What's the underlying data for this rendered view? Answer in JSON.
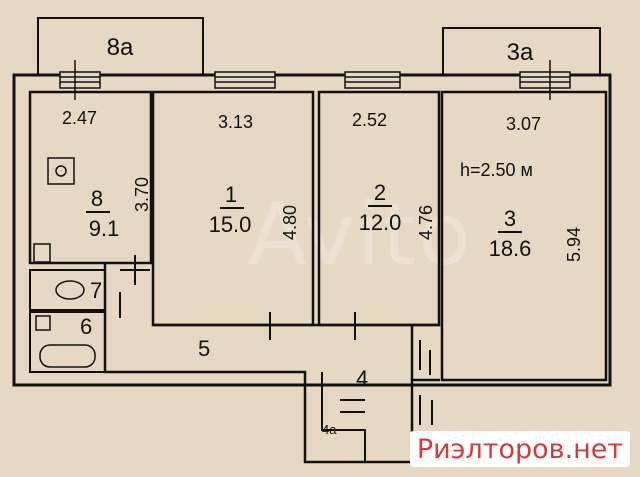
{
  "colors": {
    "background": "#e7d8c4",
    "wall": "#111111",
    "watermark": "#d13b3b"
  },
  "balconies": [
    {
      "id": "8a",
      "label": "8а"
    },
    {
      "id": "3a",
      "label": "3а"
    }
  ],
  "dimensions": {
    "room8_width": "2.47",
    "room1_width": "3.13",
    "room2_width": "2.52",
    "room3_width": "3.07",
    "room8_depth": "3.70",
    "room1_depth": "4.80",
    "room2_depth": "4.76",
    "room3_depth": "5.94"
  },
  "ceiling_height": "h=2.50 м",
  "rooms": [
    {
      "number": "8",
      "area": "9.1"
    },
    {
      "number": "1",
      "area": "15.0"
    },
    {
      "number": "2",
      "area": "12.0"
    },
    {
      "number": "3",
      "area": "18.6"
    }
  ],
  "other_labels": {
    "toilet": "7",
    "bath": "6",
    "corridor": "5",
    "hall": "4",
    "closet": "4а"
  },
  "watermark": {
    "site": "Риэлторов.нет",
    "brand": "Avito"
  }
}
